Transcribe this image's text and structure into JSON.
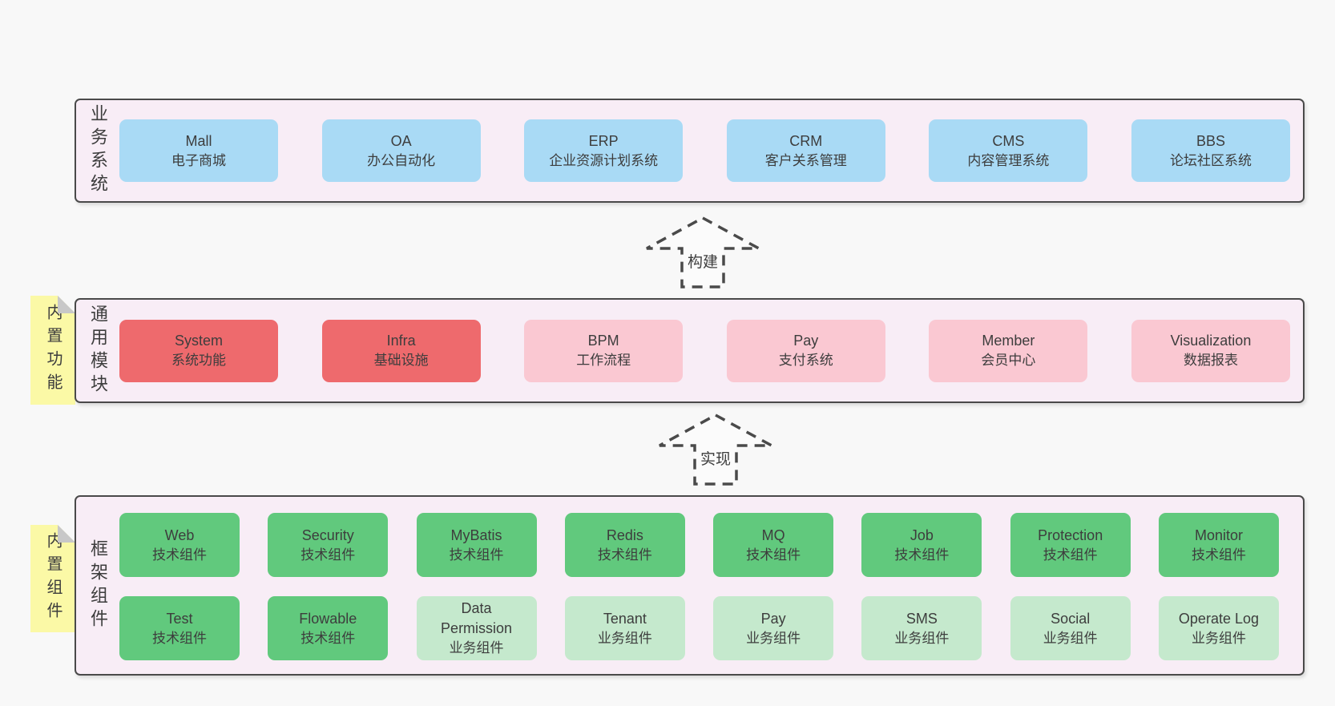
{
  "page": {
    "background": "#f8f8f8"
  },
  "colors": {
    "page_bg": "#f8f8f8",
    "band_bg": "#f8edf6",
    "band_border": "#4a4a4a",
    "text": "#3d3d3d",
    "blue": "#a9daf5",
    "red": "#ee6a6d",
    "pink": "#fac8d2",
    "green": "#61c97d",
    "light_green": "#c5e9cd",
    "note_yellow": "#fbf9a6",
    "note_fold": "#c8c8c8",
    "arrow_fill": "#fbfbfb"
  },
  "bands": [
    {
      "id": "business-systems",
      "label": "业务系统",
      "note": null,
      "rows": [
        {
          "items": [
            {
              "name": "Mall",
              "subtitle": "电子商城",
              "variant": "blue"
            },
            {
              "name": "OA",
              "subtitle": "办公自动化",
              "variant": "blue"
            },
            {
              "name": "ERP",
              "subtitle": "企业资源计划系统",
              "variant": "blue"
            },
            {
              "name": "CRM",
              "subtitle": "客户关系管理",
              "variant": "blue"
            },
            {
              "name": "CMS",
              "subtitle": "内容管理系统",
              "variant": "blue"
            },
            {
              "name": "BBS",
              "subtitle": "论坛社区系统",
              "variant": "blue"
            }
          ]
        }
      ]
    },
    {
      "id": "common-modules",
      "label": "通用模块",
      "note": "内置功能",
      "rows": [
        {
          "items": [
            {
              "name": "System",
              "subtitle": "系统功能",
              "variant": "red"
            },
            {
              "name": "Infra",
              "subtitle": "基础设施",
              "variant": "red"
            },
            {
              "name": "BPM",
              "subtitle": "工作流程",
              "variant": "pink"
            },
            {
              "name": "Pay",
              "subtitle": "支付系统",
              "variant": "pink"
            },
            {
              "name": "Member",
              "subtitle": "会员中心",
              "variant": "pink"
            },
            {
              "name": "Visualization",
              "subtitle": "数据报表",
              "variant": "pink"
            }
          ]
        }
      ]
    },
    {
      "id": "framework-components",
      "label": "框架组件",
      "note": "内置组件",
      "rows": [
        {
          "items": [
            {
              "name": "Web",
              "subtitle": "技术组件",
              "variant": "green"
            },
            {
              "name": "Security",
              "subtitle": "技术组件",
              "variant": "green"
            },
            {
              "name": "MyBatis",
              "subtitle": "技术组件",
              "variant": "green"
            },
            {
              "name": "Redis",
              "subtitle": "技术组件",
              "variant": "green"
            },
            {
              "name": "MQ",
              "subtitle": "技术组件",
              "variant": "green"
            },
            {
              "name": "Job",
              "subtitle": "技术组件",
              "variant": "green"
            },
            {
              "name": "Protection",
              "subtitle": "技术组件",
              "variant": "green"
            },
            {
              "name": "Monitor",
              "subtitle": "技术组件",
              "variant": "green"
            }
          ]
        },
        {
          "items": [
            {
              "name": "Test",
              "subtitle": "技术组件",
              "variant": "green"
            },
            {
              "name": "Flowable",
              "subtitle": "技术组件",
              "variant": "green"
            },
            {
              "name": "Data Permission",
              "subtitle": "业务组件",
              "variant": "light-green"
            },
            {
              "name": "Tenant",
              "subtitle": "业务组件",
              "variant": "light-green"
            },
            {
              "name": "Pay",
              "subtitle": "业务组件",
              "variant": "light-green"
            },
            {
              "name": "SMS",
              "subtitle": "业务组件",
              "variant": "light-green"
            },
            {
              "name": "Social",
              "subtitle": "业务组件",
              "variant": "light-green"
            },
            {
              "name": "Operate Log",
              "subtitle": "业务组件",
              "variant": "light-green"
            }
          ]
        }
      ]
    }
  ],
  "arrows": [
    {
      "id": "build",
      "label": "构建"
    },
    {
      "id": "implement",
      "label": "实现"
    }
  ]
}
